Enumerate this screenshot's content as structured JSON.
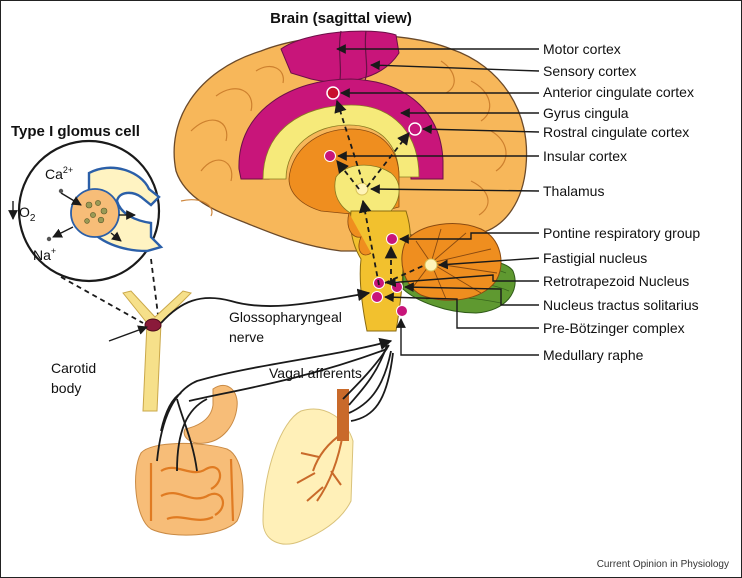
{
  "title": "Brain (sagittal view)",
  "inset_title": "Type I glomus cell",
  "ions": {
    "calcium": "Ca",
    "calcium_charge": "2+",
    "oxygen": "O",
    "oxygen_sub": "2",
    "sodium": "Na",
    "sodium_charge": "+"
  },
  "structure_labels": [
    "Motor cortex",
    "Sensory cortex",
    "Anterior cingulate cortex",
    "Gyrus cingula",
    "Rostral cingulate cortex",
    "Insular cortex",
    "Thalamus",
    "Pontine respiratory group",
    "Fastigial nucleus",
    "Retrotrapezoid Nucleus",
    "Nucleus tractus solitarius",
    "Pre-Bötzinger complex",
    "Medullary raphe"
  ],
  "nerves": {
    "glosso_line1": "Glossopharyngeal",
    "glosso_line2": "nerve",
    "vagal": "Vagal afferents"
  },
  "carotid": {
    "line1": "Carotid",
    "line2": "body"
  },
  "credit": "Current Opinion in Physiology",
  "colors": {
    "cortex": "#f7b75a",
    "cortex_outline": "#6b4a2a",
    "motor_sensory": "#c8157a",
    "cingulate_band": "#c8157a",
    "gyrus_cingula": "#f6ea7a",
    "inner_orange": "#ef8e1f",
    "brainstem": "#f2c12e",
    "cerebellum": "#ef8e1f",
    "green_region": "#5f9930",
    "nucleus": "#c8157a",
    "thalamus": "#fff4b8",
    "glomus_cell": "#fff3c2",
    "glomus_outline": "#2b5fa8",
    "organs": "#f7bd78",
    "gut_fold": "#e07b22",
    "lung": "#fff0b8",
    "bronchi": "#c96a2a"
  }
}
